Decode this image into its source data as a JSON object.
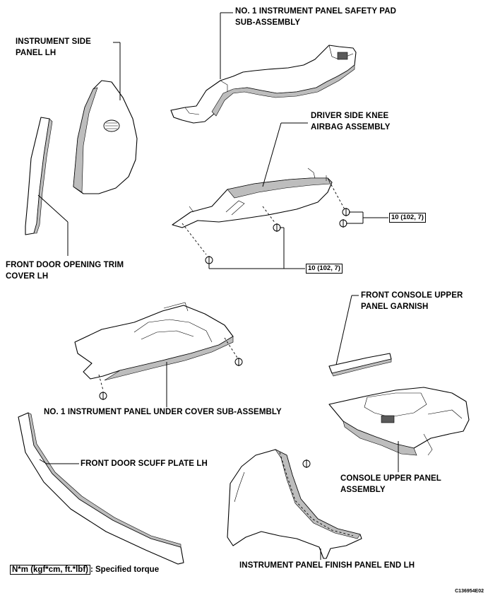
{
  "labels": {
    "safety_pad": [
      "NO. 1 INSTRUMENT PANEL SAFETY PAD",
      "SUB-ASSEMBLY"
    ],
    "side_panel": [
      "INSTRUMENT SIDE",
      "PANEL LH"
    ],
    "knee_airbag": [
      "DRIVER SIDE KNEE",
      "AIRBAG ASSEMBLY"
    ],
    "door_trim": [
      "FRONT DOOR OPENING TRIM",
      "COVER LH"
    ],
    "console_garnish": [
      "FRONT CONSOLE UPPER",
      "PANEL GARNISH"
    ],
    "under_cover": "NO. 1 INSTRUMENT PANEL UNDER COVER SUB-ASSEMBLY",
    "scuff_plate": "FRONT DOOR SCUFF PLATE LH",
    "console_panel": [
      "CONSOLE UPPER PANEL",
      "ASSEMBLY"
    ],
    "finish_panel": "INSTRUMENT PANEL FINISH PANEL END LH"
  },
  "torque": {
    "upper": "10 (102, 7)",
    "lower": "10 (102, 7)"
  },
  "legend": {
    "unit": "N*m (kgf*cm, ft.*lbf)",
    "text": ": Specified torque"
  },
  "figure_code": "C136954E02",
  "colors": {
    "line": "#000000",
    "shade": "#bdbdbd",
    "background": "#ffffff"
  }
}
